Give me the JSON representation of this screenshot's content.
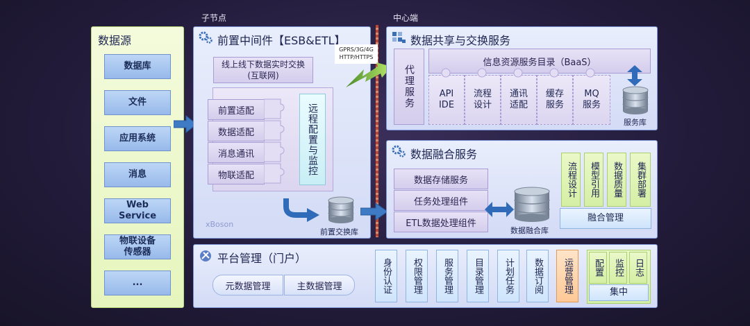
{
  "labels": {
    "child_node": "子节点",
    "center": "中心端",
    "protocols_line1": "GPRS/3G/4G",
    "protocols_line2": "HTTP/HTTPS"
  },
  "data_source": {
    "title": "数据源",
    "items": [
      "数据库",
      "文件",
      "应用系统",
      "消息",
      "Web\nService",
      "物联设备\n传感器",
      "..."
    ]
  },
  "middleware": {
    "title": "前置中间件【ESB&ETL】",
    "exchange_line1": "线上线下数据实时交换",
    "exchange_line2": "(互联网)",
    "modules": [
      "前置适配",
      "数据适配",
      "消息通讯",
      "物联适配"
    ],
    "remote": "远程配置与监控",
    "watermark": "xBoson",
    "db_caption": "前置交换库"
  },
  "sharing": {
    "title": "数据共享与交换服务",
    "proxy": "代理服务",
    "catalog": "信息资源服务目录（BaaS）",
    "services": [
      "API\nIDE",
      "流程\n设计",
      "通讯\n适配",
      "缓存\n服务",
      "MQ\n服务"
    ],
    "db_caption": "服务库"
  },
  "fusion": {
    "title": "数据融合服务",
    "components": [
      "数据存储服务",
      "任务处理组件",
      "ETL数据处理组件"
    ],
    "db_caption": "数据融合库",
    "tools": [
      "流程设计",
      "模型引用",
      "数据质量",
      "集群部署"
    ],
    "mgmt": "融合管理"
  },
  "platform": {
    "title": "平台管理（门户）",
    "meta": "元数据管理",
    "master": "主数据管理",
    "items": [
      "身份认证",
      "权限管理",
      "服务管理",
      "目录管理",
      "计划任务",
      "数据订阅"
    ],
    "ops": "运营管理",
    "central_items": [
      "配置",
      "监控",
      "日志"
    ],
    "central": "集中"
  }
}
